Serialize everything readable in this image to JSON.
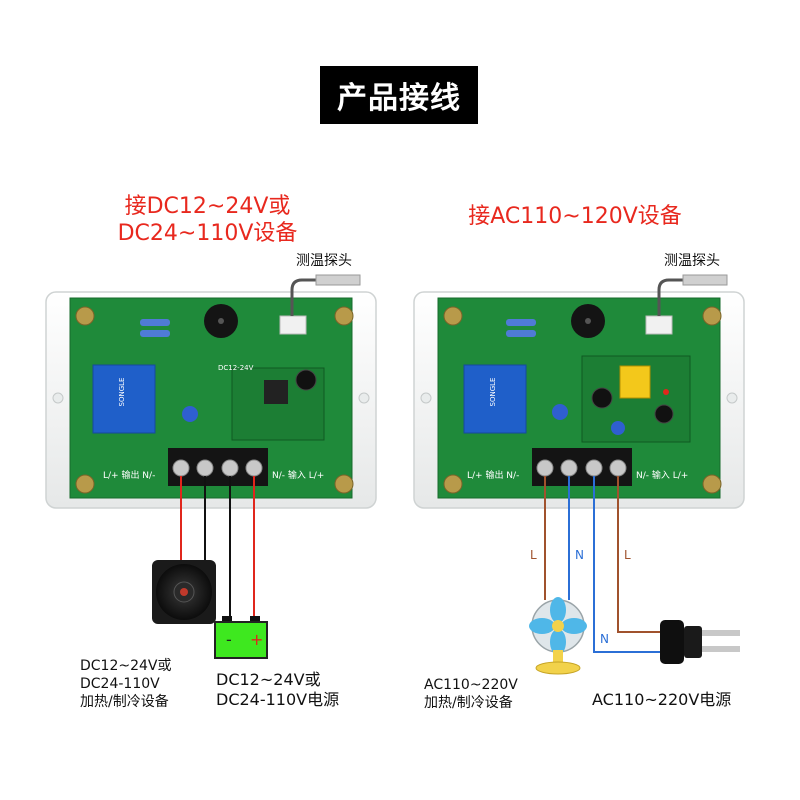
{
  "title": "产品接线",
  "left": {
    "heading_line1": "接DC12~24V或",
    "heading_line2": "DC24~110V设备",
    "probe_label": "测温探头",
    "module_label": "DC12-24V",
    "terminal_left": "L/+ 输出 N/-",
    "terminal_right": "N/- 输入 L/+",
    "device_label_lines": [
      "DC12~24V或",
      "DC24-110V",
      "加热/制冷设备"
    ],
    "battery_minus": "-",
    "battery_plus": "+",
    "power_label_lines": [
      "DC12~24V或",
      "DC24-110V电源"
    ]
  },
  "right": {
    "heading": "接AC110~120V设备",
    "probe_label": "测温探头",
    "terminal_left": "L/+ 输出 N/-",
    "terminal_right": "N/- 输入 L/+",
    "wire_labels": [
      "L",
      "N",
      "L",
      "N"
    ],
    "device_label_lines": [
      "AC110~220V",
      "加热/制冷设备"
    ],
    "power_label": "AC110~220V电源"
  },
  "relay_text": "SONGLE",
  "colors": {
    "red_text": "#e8281e",
    "pcb_green": "#1f8a3a",
    "case_white": "#f4f5f5",
    "wire_red": "#e0261c",
    "wire_black": "#111111",
    "wire_blue": "#2b6fd6",
    "wire_brown": "#a0522d",
    "battery_green": "#3ee81f",
    "relay_blue": "#1f5fc9"
  }
}
